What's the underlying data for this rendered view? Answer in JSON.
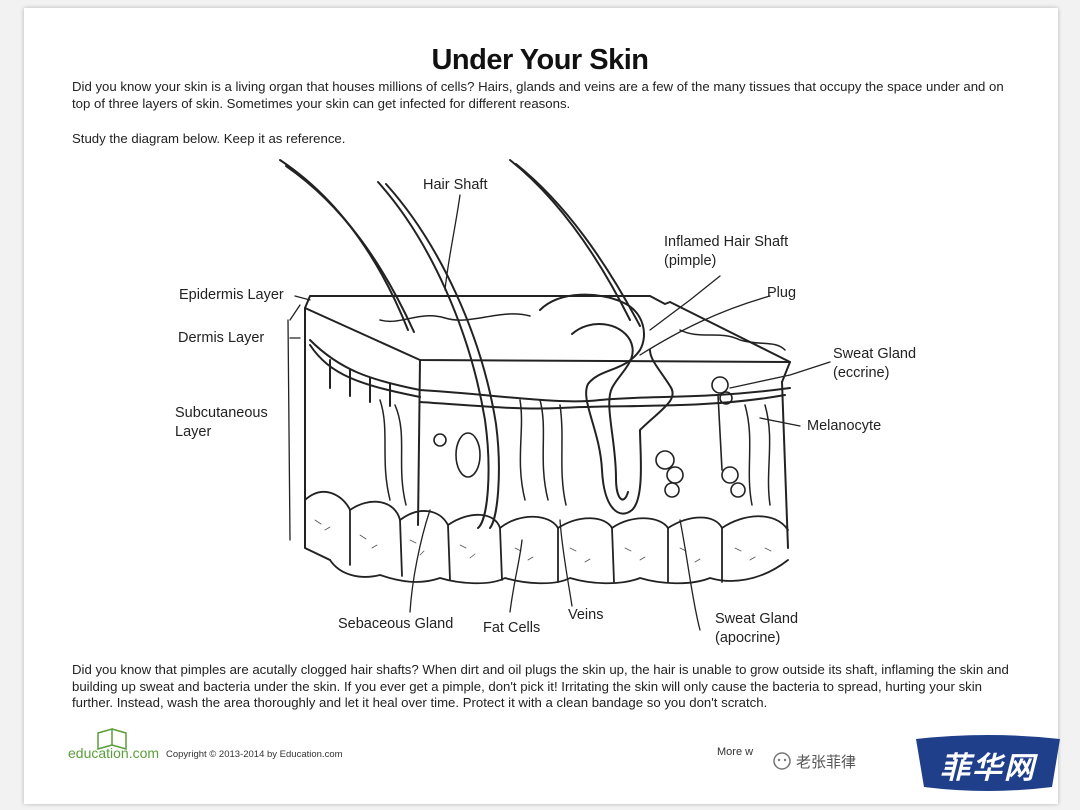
{
  "title": "Under Your Skin",
  "intro": "Did you know your skin is a living organ that houses millions of cells? Hairs, glands and veins are a few of the many tissues that occupy the space under and on top of three layers of skin. Sometimes your skin can get infected for different reasons.",
  "study": "Study the diagram below. Keep it as reference.",
  "labels": {
    "hair_shaft": "Hair Shaft",
    "inflamed_1": "Inflamed Hair Shaft",
    "inflamed_2": "(pimple)",
    "epidermis": "Epidermis Layer",
    "plug": "Plug",
    "dermis": "Dermis Layer",
    "sweat_eccrine_1": "Sweat Gland",
    "sweat_eccrine_2": "(eccrine)",
    "subcutaneous_1": "Subcutaneous",
    "subcutaneous_2": "Layer",
    "melanocyte": "Melanocyte",
    "sebaceous": "Sebaceous Gland",
    "fat_cells": "Fat Cells",
    "veins": "Veins",
    "sweat_apocrine_1": "Sweat Gland",
    "sweat_apocrine_2": "(apocrine)"
  },
  "outro": "Did you know that pimples are acutally clogged hair shafts? When dirt and oil  plugs the skin up, the hair is unable to grow outside its shaft, inflaming the skin and building up sweat and bacteria under the skin. If you ever get a pimple, don't pick it! Irritating the skin will only cause the bacteria to spread, hurting your skin further. Instead, wash the area thoroughly and let it heal over time. Protect it with a clean bandage so you don't scratch.",
  "footer": {
    "logo": "education.com",
    "copyright": "Copyright © 2013-2014 by Education.com",
    "more": "More w",
    "watermark_text": "老张菲律",
    "watermark_badge": "菲华网"
  },
  "colors": {
    "logo_green": "#5a9e3a",
    "badge_blue": "#1f3f8a"
  }
}
